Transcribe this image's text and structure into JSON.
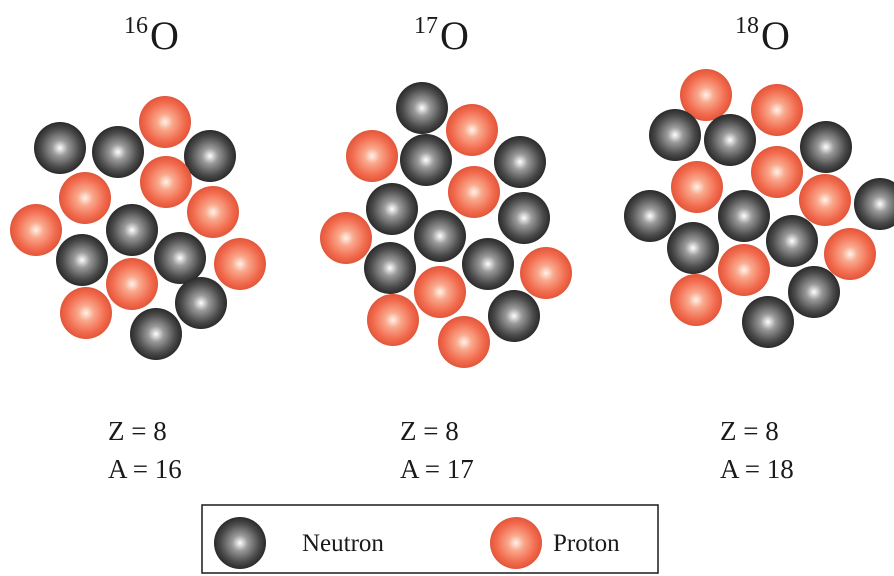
{
  "colors": {
    "neutron": "#4a4a4a",
    "proton": "#f26b4e",
    "text": "#1a1a1a"
  },
  "isotopes": [
    {
      "mass_number": "16",
      "symbol": "O",
      "z_line": "Z = 8",
      "a_line": "A = 16",
      "neutrons": 8,
      "protons": 8
    },
    {
      "mass_number": "17",
      "symbol": "O",
      "z_line": "Z = 8",
      "a_line": "A = 17",
      "neutrons": 9,
      "protons": 8
    },
    {
      "mass_number": "18",
      "symbol": "O",
      "z_line": "Z = 8",
      "a_line": "A = 18",
      "neutrons": 10,
      "protons": 8
    }
  ],
  "legend": {
    "neutron_label": "Neutron",
    "proton_label": "Proton"
  }
}
